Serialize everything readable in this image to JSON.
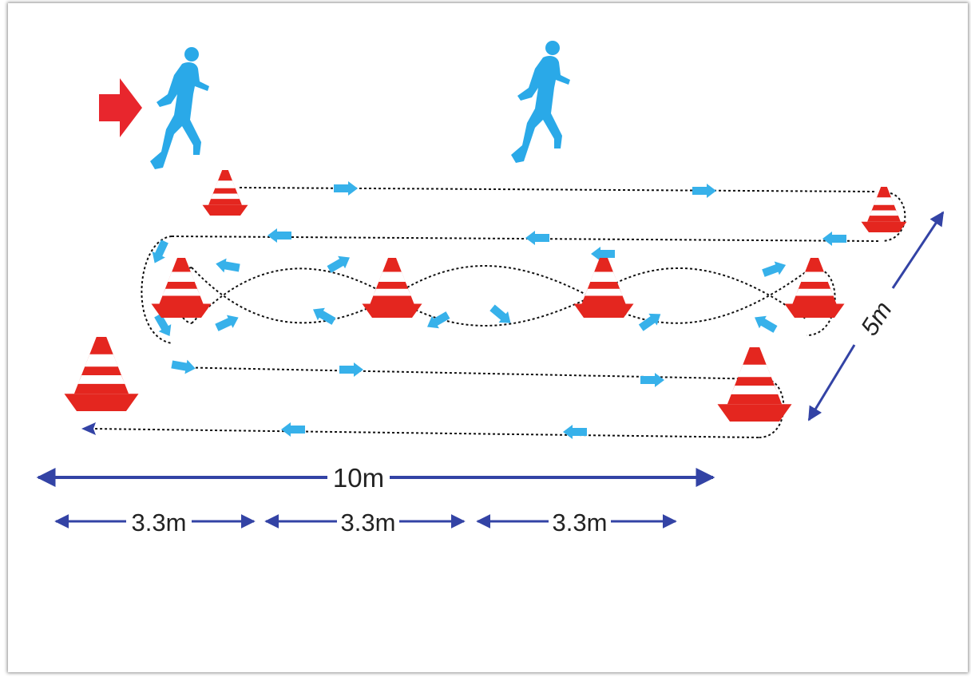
{
  "colors": {
    "runner": "#2aa9e8",
    "path_arrow": "#37b1ea",
    "cone_red": "#e4261f",
    "start_arrow": "#e8262d",
    "dimension": "#3343a5",
    "path_dots": "#111111"
  },
  "icons": [
    "start-arrow-icon",
    "runner-icon",
    "runner-icon",
    "cone-icon"
  ],
  "dimensions": {
    "total_length": "10m",
    "segment_1": "3.3m",
    "segment_2": "3.3m",
    "segment_3": "3.3m",
    "width": "5m"
  }
}
